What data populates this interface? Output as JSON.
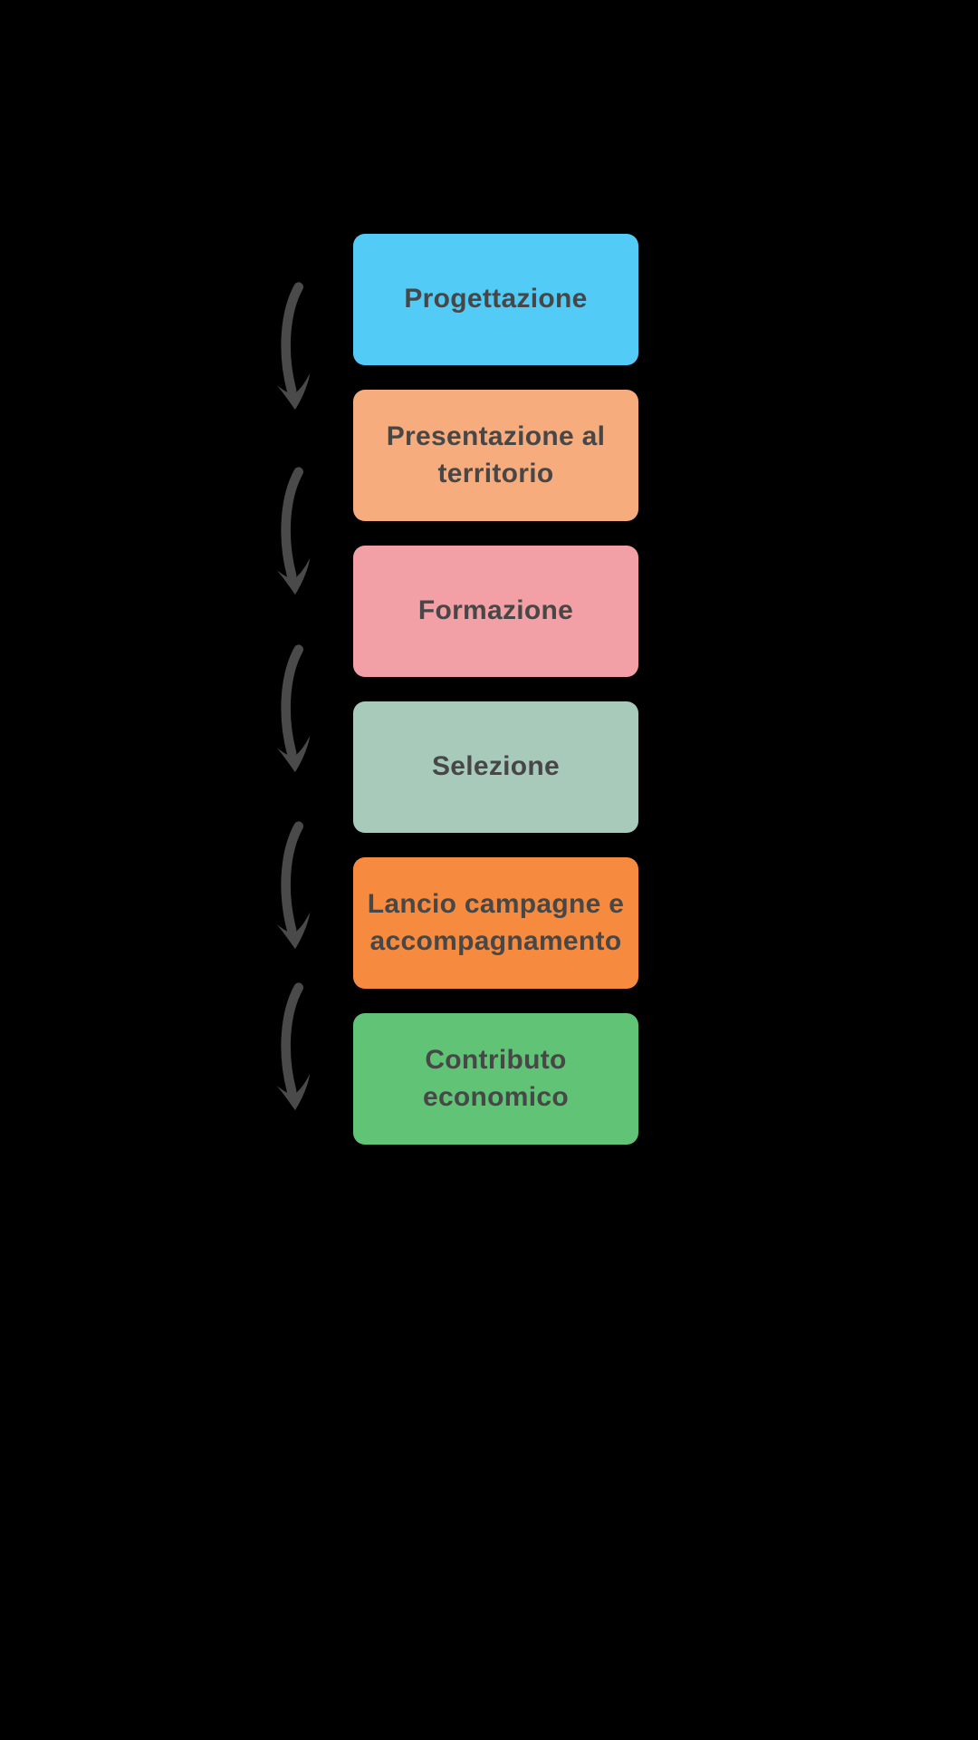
{
  "page": {
    "background": "#000000"
  },
  "diagram": {
    "type": "vertical-flowchart",
    "text_color": "#474747",
    "arrow_color": "#4a4a4a",
    "arrow_icon": "curved-down-arrow",
    "steps": [
      {
        "label": "Progettazione",
        "color": "#52cbf7"
      },
      {
        "label": "Presentazione al\nterritorio",
        "color": "#f6ac7d"
      },
      {
        "label": "Formazione",
        "color": "#f29fa6"
      },
      {
        "label": "Selezione",
        "color": "#a8cabb"
      },
      {
        "label": "Lancio campagne e\naccompagnamento",
        "color": "#f68b3f"
      },
      {
        "label": "Contributo\neconomico",
        "color": "#60c375"
      }
    ]
  }
}
